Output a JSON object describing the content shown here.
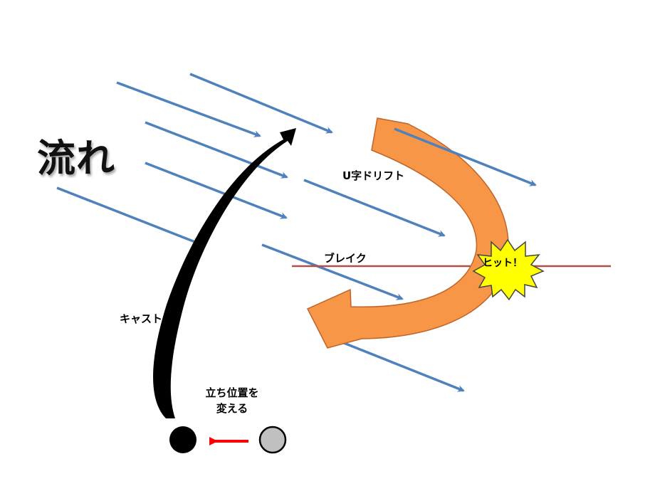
{
  "labels": {
    "flow": "流れ",
    "u_drift": "U字ドリフト",
    "break": "ブレイク",
    "cast": "キャスト",
    "hit": "ヒット！",
    "change_position_line1": "立ち位置を",
    "change_position_line2": "変える"
  },
  "colors": {
    "current_arrow": "#4F81BD",
    "lure_path": "#F79646",
    "lure_path_border": "#C0642A",
    "break_line": "#B0504A",
    "hit_burst": "#FFFF00",
    "cast_curve": "#000000",
    "move_arrow": "#FF0000",
    "angler_current": "#000000",
    "angler_previous": "#C0C0C0"
  }
}
